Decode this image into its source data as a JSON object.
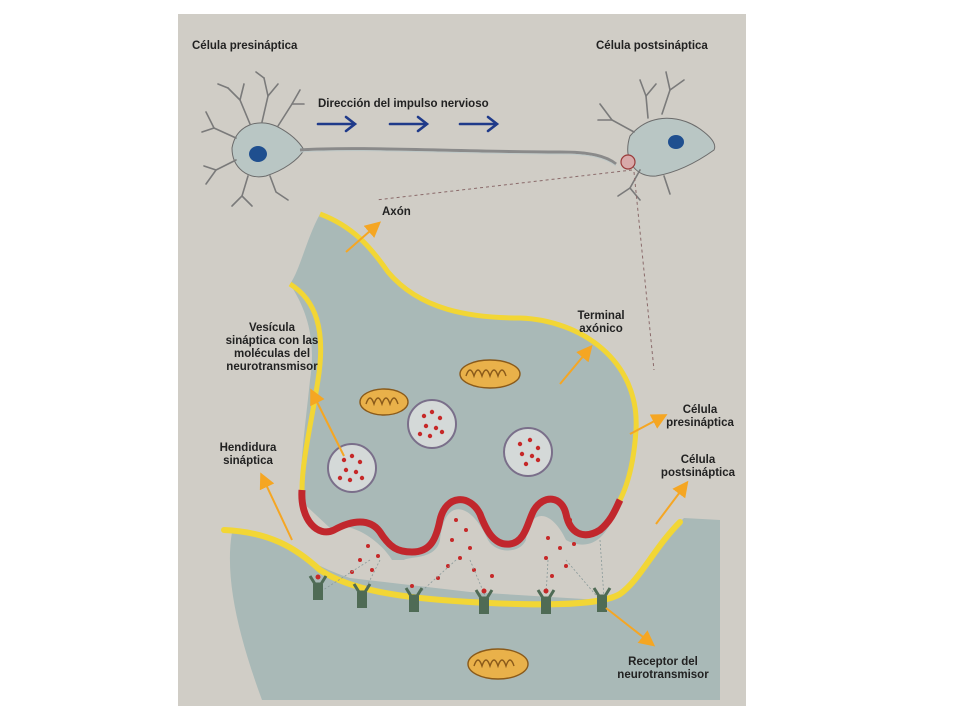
{
  "labels": {
    "presynaptic_cell_top": "Célula presináptica",
    "postsynaptic_cell_top": "Célula postsináptica",
    "impulse_direction": "Dirección del impulso nervioso",
    "axon": "Axón",
    "axon_terminal": "Terminal\naxónico",
    "synaptic_vesicle": "Vesícula\nsináptica con las\nmoléculas del\nneurotransmisor",
    "synaptic_cleft": "Hendidura\nsináptica",
    "presynaptic_cell": "Célula\npresináptica",
    "postsynaptic_cell": "Célula\npostsináptica",
    "neurotransmitter_receptor": "Receptor del\nneurotransmisor"
  },
  "colors": {
    "background": "#d0cdc6",
    "cytoplasm": "#a9b9b7",
    "membrane_yellow": "#f2d635",
    "membrane_red": "#c1272d",
    "arrow_orange": "#f5a623",
    "impulse_arrow_blue": "#1f3a8a",
    "mitochondria": "#e9b14a",
    "neurotransmitter_dot": "#c62828",
    "receptor_green": "#4f6b55"
  }
}
